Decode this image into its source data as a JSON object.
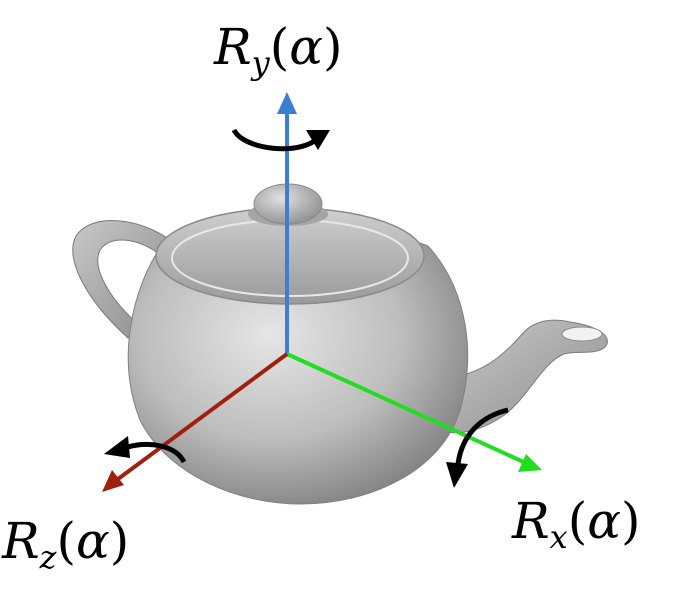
{
  "colors": {
    "axis_x": "#22dd22",
    "axis_y": "#3a7fd4",
    "axis_z": "#a02010",
    "rotation_arrow": "#000000",
    "teapot_light": "#d9d9d9",
    "teapot_mid": "#a8a8a8",
    "teapot_dark": "#6f6f6f"
  },
  "labels": {
    "y": {
      "main": "R",
      "sub": "y",
      "open": "(",
      "arg": "α",
      "close": ")"
    },
    "x": {
      "main": "R",
      "sub": "x",
      "open": "(",
      "arg": "α",
      "close": ")"
    },
    "z": {
      "main": "R",
      "sub": "z",
      "open": "(",
      "arg": "α",
      "close": ")"
    }
  },
  "icons": {
    "teapot": "teapot-icon",
    "rotation_y": "rotation-arrow-icon",
    "rotation_x": "rotation-arrow-icon",
    "rotation_z": "rotation-arrow-icon"
  }
}
